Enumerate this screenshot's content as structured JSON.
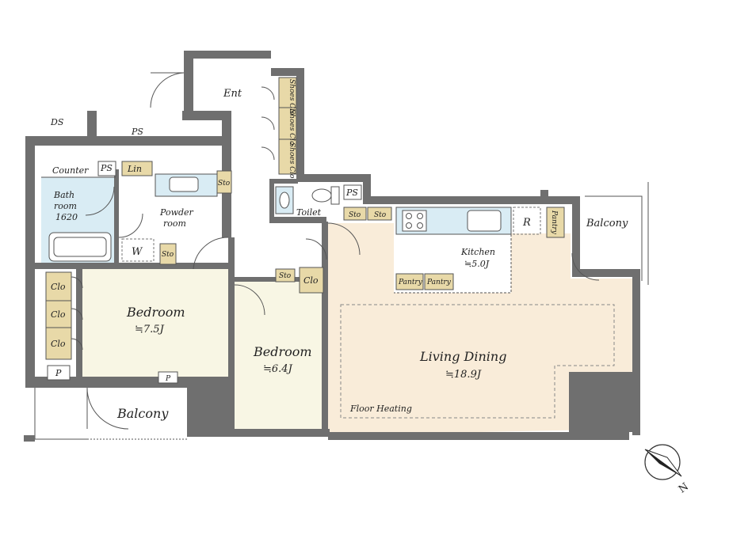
{
  "rooms": {
    "ent": "Ent",
    "ds": "DS",
    "ps_top": "PS",
    "ps_bath": "PS",
    "ps_toilet": "PS",
    "counter": "Counter",
    "lin": "Lin",
    "bath_line1": "Bath",
    "bath_line2": "room",
    "bath_line3": "1620",
    "powder_line1": "Powder",
    "powder_line2": "room",
    "w": "W",
    "toilet": "Toilet",
    "sto_powder": "Sto",
    "sto_w": "Sto",
    "sto_hall": "Sto",
    "sto_toilet_1": "Sto",
    "sto_toilet_2": "Sto",
    "clo_hall": "Clo",
    "shoes_clo_1": "Shoes Clo",
    "shoes_clo_2": "Shoes Clo",
    "shoes_clo_3": "Shoes Clo",
    "clo_1": "Clo",
    "clo_2": "Clo",
    "clo_3": "Clo",
    "p_left": "P",
    "p_right": "P",
    "bedroom1_name": "Bedroom",
    "bedroom1_size": "≒7.5J",
    "bedroom2_name": "Bedroom",
    "bedroom2_size": "≒6.4J",
    "kitchen_name": "Kitchen",
    "kitchen_size": "≒5.0J",
    "r": "R",
    "pantry_1": "Pantry",
    "pantry_2": "Pantry",
    "pantry_3": "Pantry",
    "living_name": "Living Dining",
    "living_size": "≒18.9J",
    "floor_heating": "Floor Heating",
    "balcony_bottom": "Balcony",
    "balcony_right": "Balcony"
  },
  "compass": {
    "north_label": "N"
  },
  "colors": {
    "wall": "#6f6f6f",
    "bedroom_floor": "#f8f6e4",
    "living_floor": "#f9ecd9",
    "storage": "#e8d9a8",
    "wet_area": "#d9ecf4"
  }
}
